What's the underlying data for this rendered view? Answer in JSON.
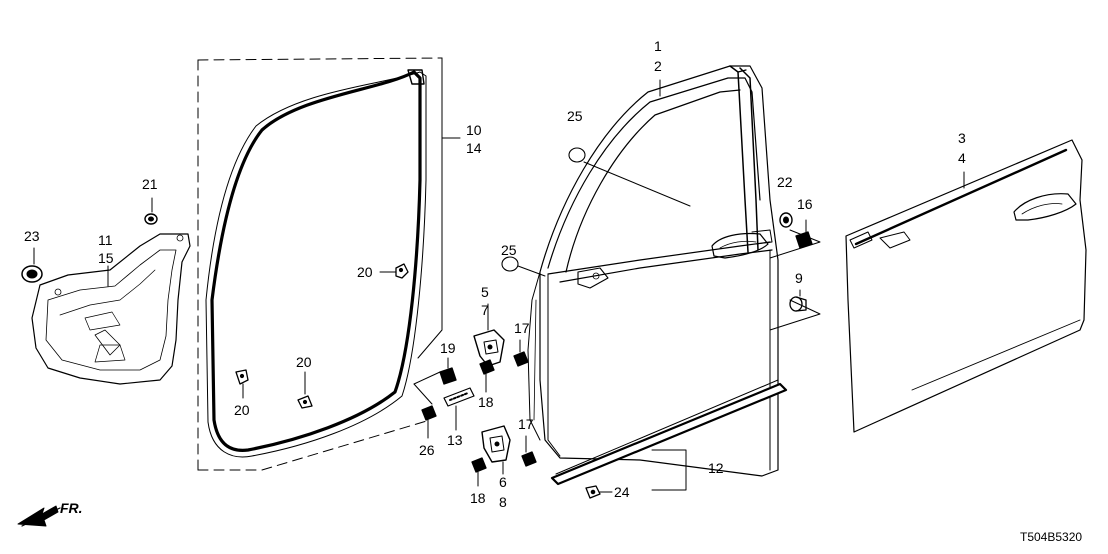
{
  "diagram_code": "T504B5320",
  "direction_label": "FR.",
  "callouts": [
    {
      "id": "c1",
      "text": "1"
    },
    {
      "id": "c2",
      "text": "2"
    },
    {
      "id": "c3",
      "text": "3"
    },
    {
      "id": "c4",
      "text": "4"
    },
    {
      "id": "c5",
      "text": "5"
    },
    {
      "id": "c6",
      "text": "6"
    },
    {
      "id": "c7",
      "text": "7"
    },
    {
      "id": "c8",
      "text": "8"
    },
    {
      "id": "c9",
      "text": "9"
    },
    {
      "id": "c10",
      "text": "10"
    },
    {
      "id": "c11",
      "text": "11"
    },
    {
      "id": "c12",
      "text": "12"
    },
    {
      "id": "c13",
      "text": "13"
    },
    {
      "id": "c14",
      "text": "14"
    },
    {
      "id": "c15",
      "text": "15"
    },
    {
      "id": "c16",
      "text": "16"
    },
    {
      "id": "c17a",
      "text": "17"
    },
    {
      "id": "c17b",
      "text": "17"
    },
    {
      "id": "c18a",
      "text": "18"
    },
    {
      "id": "c18b",
      "text": "18"
    },
    {
      "id": "c19",
      "text": "19"
    },
    {
      "id": "c20a",
      "text": "20"
    },
    {
      "id": "c20b",
      "text": "20"
    },
    {
      "id": "c20c",
      "text": "20"
    },
    {
      "id": "c21",
      "text": "21"
    },
    {
      "id": "c22",
      "text": "22"
    },
    {
      "id": "c23",
      "text": "23"
    },
    {
      "id": "c24",
      "text": "24"
    },
    {
      "id": "c25a",
      "text": "25"
    },
    {
      "id": "c25b",
      "text": "25"
    },
    {
      "id": "c26",
      "text": "26"
    }
  ]
}
